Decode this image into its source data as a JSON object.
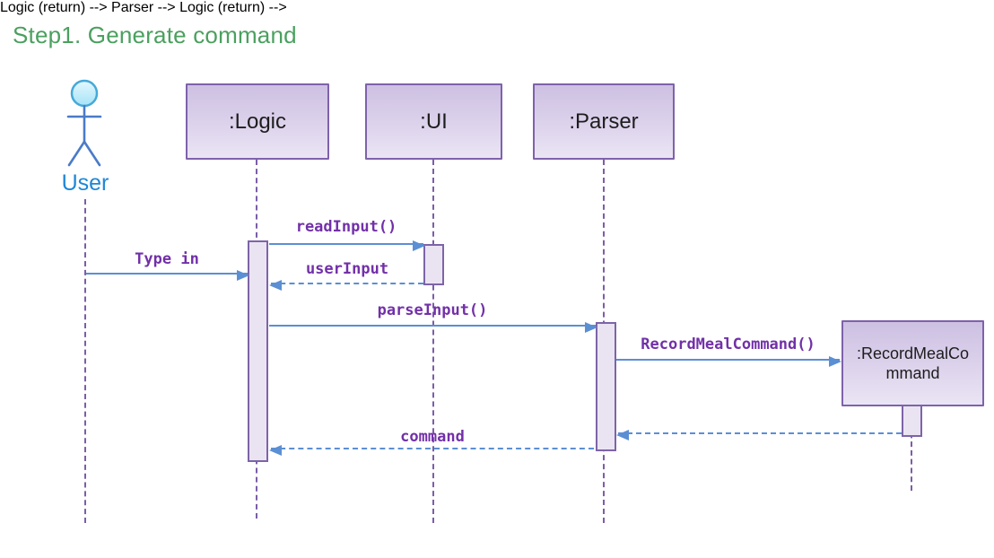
{
  "title": "Step1. Generate command",
  "actor": {
    "name": "User"
  },
  "objects": [
    {
      "label": ":Logic"
    },
    {
      "label": ":UI"
    },
    {
      "label": ":Parser"
    },
    {
      "label": ":RecordMealCommand"
    }
  ],
  "messages": [
    {
      "label": "readInput()",
      "from": ":Logic",
      "to": ":UI",
      "kind": "call"
    },
    {
      "label": "Type in",
      "from": "User",
      "to": ":Logic",
      "kind": "call"
    },
    {
      "label": "userInput",
      "from": ":UI",
      "to": ":Logic",
      "kind": "return"
    },
    {
      "label": "parseInput()",
      "from": ":Logic",
      "to": ":Parser",
      "kind": "call"
    },
    {
      "label": "RecordMealCommand()",
      "from": ":Parser",
      "to": ":RecordMealCommand",
      "kind": "call"
    },
    {
      "label": "",
      "from": ":RecordMealCommand",
      "to": ":Parser",
      "kind": "return"
    },
    {
      "label": "command",
      "from": ":Parser",
      "to": ":Logic",
      "kind": "return"
    }
  ],
  "colors": {
    "title": "#4ba05f",
    "actor_label": "#1e87d6",
    "message_text": "#7230a8",
    "arrow_blue": "#5b8fd4",
    "box_border": "#7e62ab",
    "box_fill_top": "#cdc0e2",
    "box_fill_bottom": "#eae5f4",
    "lifeline_purple": "#7b5ea7",
    "actor_head_fill": "#b5e9f9",
    "actor_stroke": "#4a7bc9"
  }
}
